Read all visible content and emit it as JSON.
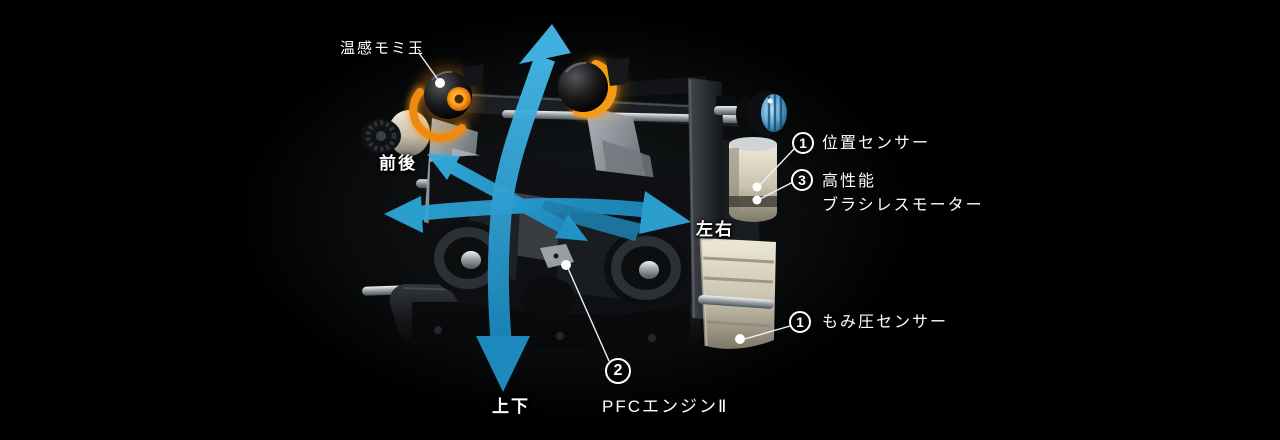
{
  "diagram": {
    "subject": "massage-chair-mechanism",
    "part_label_top": "温感モミ玉",
    "direction_labels": {
      "front_back": "前後",
      "left_right": "左右",
      "up_down": "上下"
    },
    "callouts": [
      {
        "number": "1",
        "lines": [
          "位置センサー"
        ]
      },
      {
        "number": "3",
        "lines": [
          "高性能",
          "ブラシレスモーター"
        ]
      },
      {
        "number": "2",
        "lines": [
          "PFCエンジンⅡ"
        ]
      },
      {
        "number": "1",
        "lines": [
          "もみ圧センサー"
        ]
      }
    ],
    "colors": {
      "background": "#000000",
      "arrow_blue": "#2aa4d9",
      "glow_orange": "#f7941d",
      "text": "#ffffff"
    }
  }
}
